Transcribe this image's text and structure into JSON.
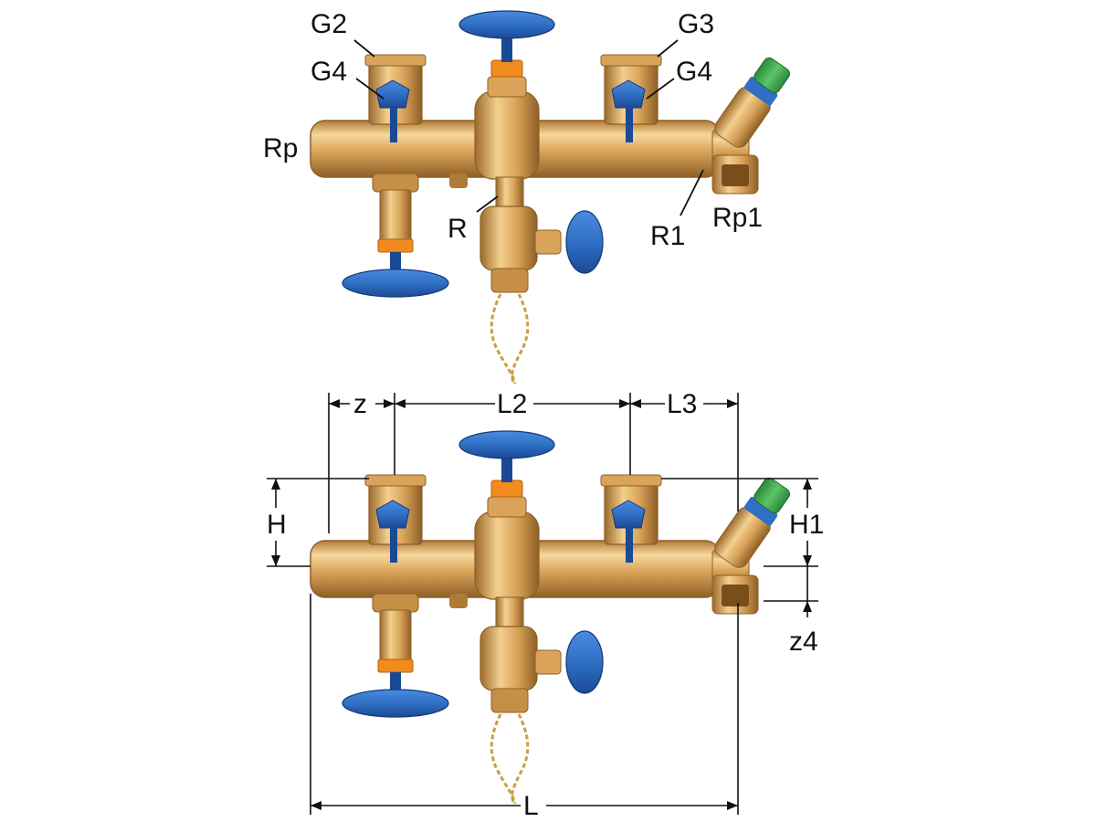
{
  "colors": {
    "brass_light": "#f3cf8e",
    "brass_mid": "#d9a45a",
    "brass_dark": "#9c6a2c",
    "handle_blue": "#2f6fc4",
    "handle_blue_dark": "#1b4a94",
    "ring_orange": "#f28b1e",
    "cap_green": "#37a64a",
    "chain_gold": "#c9a040",
    "line": "#111111"
  },
  "top_view": {
    "labels": {
      "g2": "G2",
      "g3": "G3",
      "g4_left": "G4",
      "g4_right": "G4",
      "rp": "Rp",
      "r": "R",
      "r1": "R1",
      "rp1": "Rp1"
    }
  },
  "bottom_view": {
    "dimensions": {
      "z": "z",
      "l2": "L2",
      "l3": "L3",
      "h": "H",
      "h1": "H1",
      "z4": "z4",
      "l": "L"
    }
  },
  "icons": {
    "valve_handle": "blue-valve-handle-icon",
    "chain": "chain-icon",
    "cap": "green-cap-icon"
  }
}
